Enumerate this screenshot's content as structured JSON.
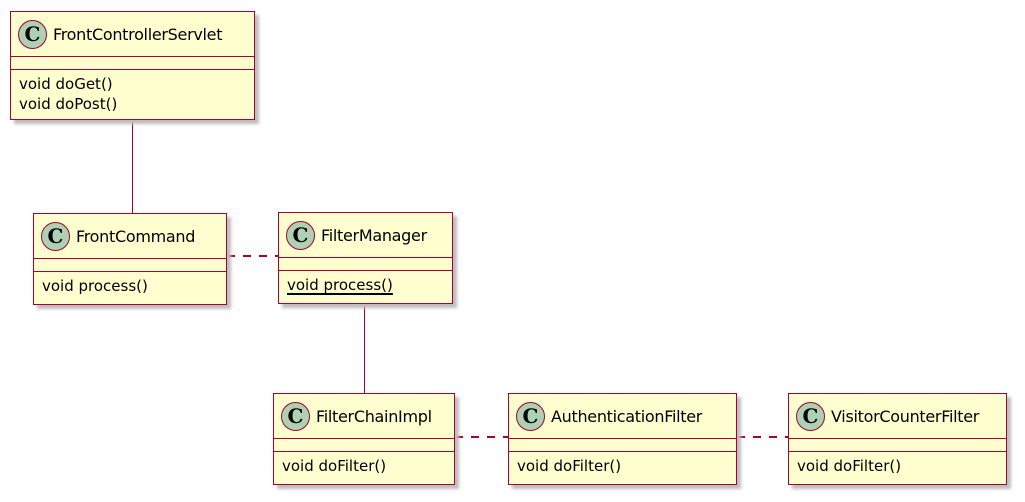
{
  "diagram_type": "uml-class-diagram",
  "colors": {
    "background": "#FFFFFF",
    "class_fill": "#FEFECE",
    "class_border": "#A80036",
    "stereotype_circle_fill": "#ADD1B2",
    "stereotype_circle_border": "#A80036",
    "text": "#000000"
  },
  "classes": [
    {
      "stereotype": "C",
      "name": "FrontControllerServlet",
      "methods": [
        {
          "signature": "void doGet()",
          "static": false
        },
        {
          "signature": "void doPost()",
          "static": false
        }
      ]
    },
    {
      "stereotype": "C",
      "name": "FrontCommand",
      "methods": [
        {
          "signature": "void process()",
          "static": false
        }
      ]
    },
    {
      "stereotype": "C",
      "name": "FilterManager",
      "methods": [
        {
          "signature": "void process()",
          "static": true
        }
      ]
    },
    {
      "stereotype": "C",
      "name": "FilterChainImpl",
      "methods": [
        {
          "signature": "void doFilter()",
          "static": false
        }
      ]
    },
    {
      "stereotype": "C",
      "name": "AuthenticationFilter",
      "methods": [
        {
          "signature": "void doFilter()",
          "static": false
        }
      ]
    },
    {
      "stereotype": "C",
      "name": "VisitorCounterFilter",
      "methods": [
        {
          "signature": "void doFilter()",
          "static": false
        }
      ]
    }
  ],
  "relations": [
    {
      "from": "FrontControllerServlet",
      "to": "FrontCommand",
      "style": "solid"
    },
    {
      "from": "FrontCommand",
      "to": "FilterManager",
      "style": "dashed"
    },
    {
      "from": "FilterManager",
      "to": "FilterChainImpl",
      "style": "solid"
    },
    {
      "from": "FilterChainImpl",
      "to": "AuthenticationFilter",
      "style": "dashed"
    },
    {
      "from": "AuthenticationFilter",
      "to": "VisitorCounterFilter",
      "style": "dashed"
    }
  ]
}
